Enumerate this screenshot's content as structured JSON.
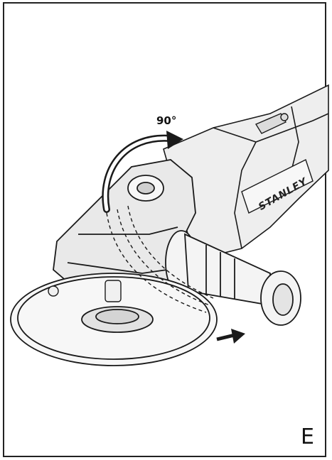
{
  "figure": {
    "rotation_label": "90°",
    "figure_letter": "E",
    "brand_label": "STANLEY"
  },
  "colors": {
    "line": "#1a1a1a",
    "tool_shade": "#e9e9e9",
    "tool_light": "#f7f7f7",
    "frame": "#222222"
  },
  "icons": {
    "rotation_arrow": "curved-arrow-icon",
    "direction_arrow": "arrow-right-icon"
  }
}
